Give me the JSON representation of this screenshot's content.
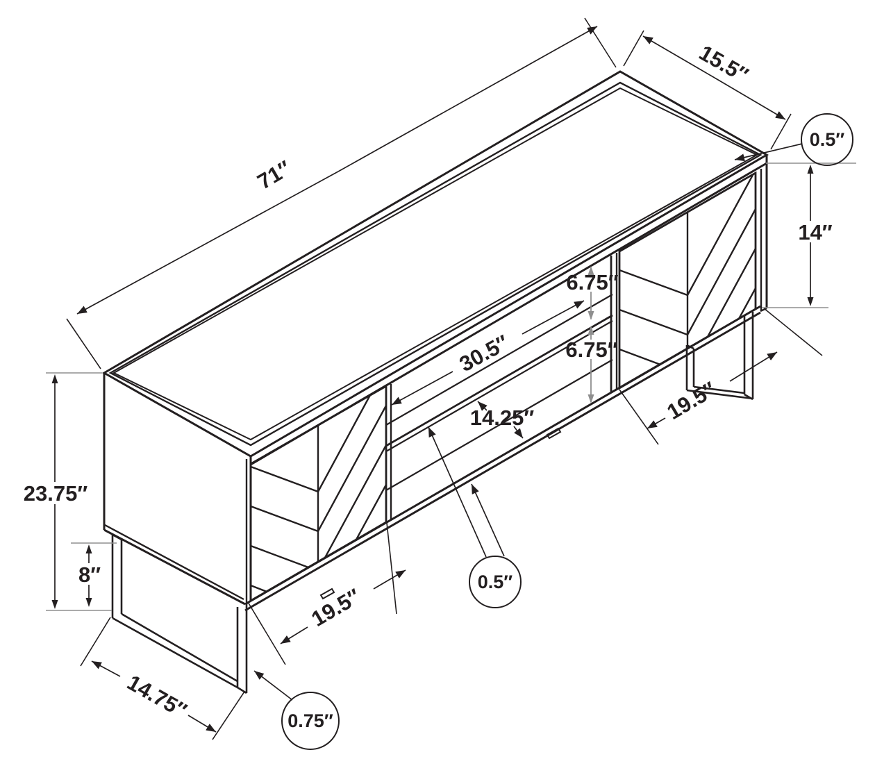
{
  "drawing": {
    "kind": "isometric furniture dimension diagram",
    "subject": "tv-stand with chevron doors, open shelves and metal sled legs",
    "background": "#ffffff",
    "line_color": "#231f20",
    "extension_color": "#8f8f8f",
    "labels": {
      "width_71": "71″",
      "depth_155": "15.5″",
      "top_thickness_05": "0.5″",
      "door_height_14": "14″",
      "shelf_gap_a": "6.75″",
      "shelf_gap_b": "6.75″",
      "opening_width_305": "30.5″",
      "opening_height_1425": "14.25″",
      "right_door_width_195": "19.5″",
      "total_height_2375": "23.75″",
      "leg_height_8": "8″",
      "left_door_width_195": "19.5″",
      "leg_depth_1475": "14.75″",
      "leg_tube_075": "0.75″",
      "shelf_thickness_05": "0.5″"
    }
  }
}
